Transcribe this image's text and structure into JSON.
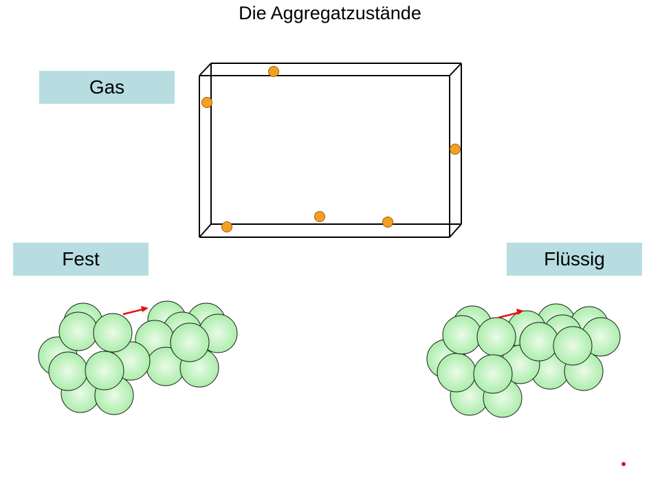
{
  "title": "Die Aggregatzustände",
  "labels": {
    "gas": "Gas",
    "fest": "Fest",
    "fluessig": "Flüssig"
  },
  "colors": {
    "label_bg": "#b7dde1",
    "gas_particle": "#f4a024",
    "gas_particle_stroke": "#a05e00",
    "particle_light": "#eafbe8",
    "particle_dark": "#a6eca6",
    "particle_stroke": "#1a1a1a",
    "arrow": "#e11212",
    "container_stroke": "#000000",
    "dot": "#e11212"
  },
  "icons": {
    "container": "box-container-icon",
    "gas_particle": "particle-circle-icon",
    "arrow": "motion-arrow-icon"
  }
}
